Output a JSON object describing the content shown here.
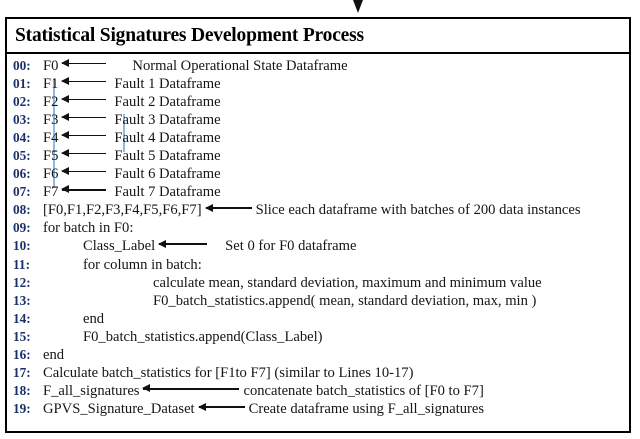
{
  "figure": {
    "stray_arrowhead": "arrowhead-artifact"
  },
  "algorithm": {
    "title": "Statistical Signatures Development Process",
    "lines": [
      {
        "no": "00:",
        "indent": 0,
        "target": "F0",
        "arrow": true,
        "arrow_width": 44,
        "gap": "gap-lg",
        "note": "Normal Operational State Dataframe"
      },
      {
        "no": "01:",
        "indent": 0,
        "target": "F1",
        "arrow": true,
        "arrow_width": 44,
        "gap": "gap-sm",
        "note": "Fault 1 Dataframe"
      },
      {
        "no": "02:",
        "indent": 0,
        "target": "F2",
        "arrow": true,
        "arrow_width": 44,
        "gap": "gap-sm",
        "note": "Fault 2 Dataframe"
      },
      {
        "no": "03:",
        "indent": 0,
        "target": "F3",
        "arrow": true,
        "arrow_width": 44,
        "gap": "gap-sm",
        "note": "Fault 3 Dataframe"
      },
      {
        "no": "04:",
        "indent": 0,
        "target": "F4",
        "arrow": true,
        "arrow_width": 44,
        "gap": "gap-sm",
        "note": "Fault 4 Dataframe"
      },
      {
        "no": "05:",
        "indent": 0,
        "target": "F5",
        "arrow": true,
        "arrow_width": 44,
        "gap": "gap-sm",
        "note": "Fault 5 Dataframe"
      },
      {
        "no": "06:",
        "indent": 0,
        "target": "F6",
        "arrow": true,
        "arrow_width": 44,
        "gap": "gap-sm",
        "note": "Fault 6 Dataframe"
      },
      {
        "no": "07:",
        "indent": 0,
        "target": "F7",
        "arrow": true,
        "arrow_width": 44,
        "gap": "gap-sm",
        "note": "Fault 7 Dataframe"
      },
      {
        "no": "08:",
        "indent": 0,
        "target": "[F0,F1,F2,F3,F4,F5,F6,F7]",
        "arrow": true,
        "arrow_width": 46,
        "gap": "gap-none",
        "note": "Slice each dataframe with batches of 200 data instances"
      },
      {
        "no": "09:",
        "indent": 0,
        "target": "for batch in F0:",
        "arrow": false,
        "note": ""
      },
      {
        "no": "10:",
        "indent": 1,
        "target": "Class_Label",
        "arrow": true,
        "arrow_width": 48,
        "gap": "gap-md",
        "note": "Set 0 for F0 dataframe"
      },
      {
        "no": "11:",
        "indent": 1,
        "target": "for column in batch:",
        "arrow": false,
        "note": ""
      },
      {
        "no": "12:",
        "indent": 2,
        "target": "calculate mean, standard deviation, maximum and minimum value",
        "arrow": false,
        "note": ""
      },
      {
        "no": "13:",
        "indent": 2,
        "target": "F0_batch_statistics.append( mean, standard deviation, max, min )",
        "arrow": false,
        "note": ""
      },
      {
        "no": "14:",
        "indent": 1,
        "target": "end",
        "arrow": false,
        "note": ""
      },
      {
        "no": "15:",
        "indent": 1,
        "target": "F0_batch_statistics.append(Class_Label)",
        "arrow": false,
        "note": ""
      },
      {
        "no": "16:",
        "indent": 0,
        "target": "end",
        "arrow": false,
        "note": ""
      },
      {
        "no": "17:",
        "indent": 0,
        "target": "Calculate batch_statistics for [F1to F7] (similar to Lines 10-17)",
        "arrow": false,
        "note": ""
      },
      {
        "no": "18:",
        "indent": 0,
        "target": "F_all_signatures",
        "arrow": true,
        "arrow_width": 96,
        "gap": "gap-none",
        "note": "concatenate batch_statistics of [F0 to F7]"
      },
      {
        "no": "19:",
        "indent": 0,
        "target": "GPVS_Signature_Dataset",
        "arrow": true,
        "arrow_width": 46,
        "gap": "gap-none",
        "note": "Create dataframe using F_all_signatures"
      }
    ]
  },
  "style": {
    "line_number_color": "#1b2f6b",
    "indent_guide_color": "#8fb9e0",
    "border_color": "#000000",
    "text_color": "#151515",
    "background": "#ffffff"
  }
}
